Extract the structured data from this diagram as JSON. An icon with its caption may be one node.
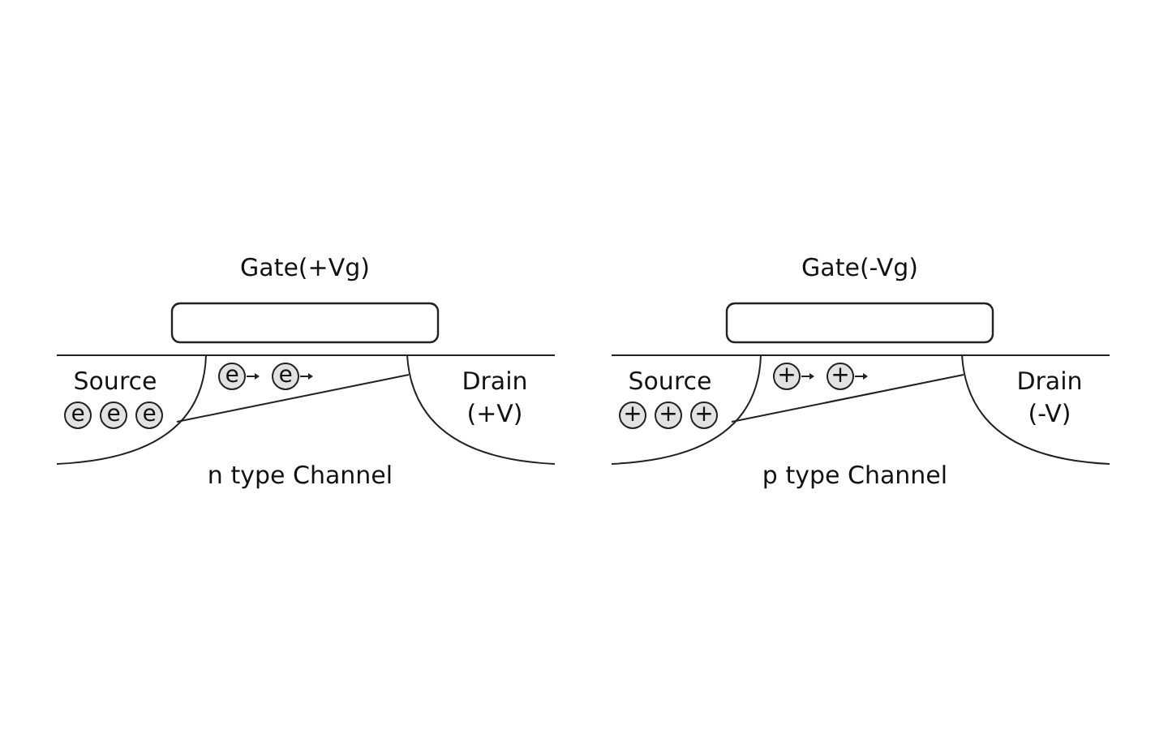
{
  "diagram": {
    "nodes": [
      {
        "text": [
          "e"
        ]
      },
      {
        "text": [
          "e"
        ]
      },
      {
        "text": [
          "e"
        ]
      },
      {
        "text": [
          "e"
        ]
      },
      {
        "text": [
          "e"
        ]
      },
      {
        "text": [
          "+"
        ]
      },
      {
        "text": [
          "+"
        ]
      },
      {
        "text": [
          "+"
        ]
      },
      {
        "text": [
          "+"
        ]
      },
      {
        "text": [
          "+"
        ]
      }
    ],
    "labels": [
      "Gate(+Vg)",
      "Gate(-Vg)",
      "Source",
      "Drain (+V)",
      "Source",
      "Drain (-V)",
      "n type Channel",
      "p type Channel"
    ]
  }
}
